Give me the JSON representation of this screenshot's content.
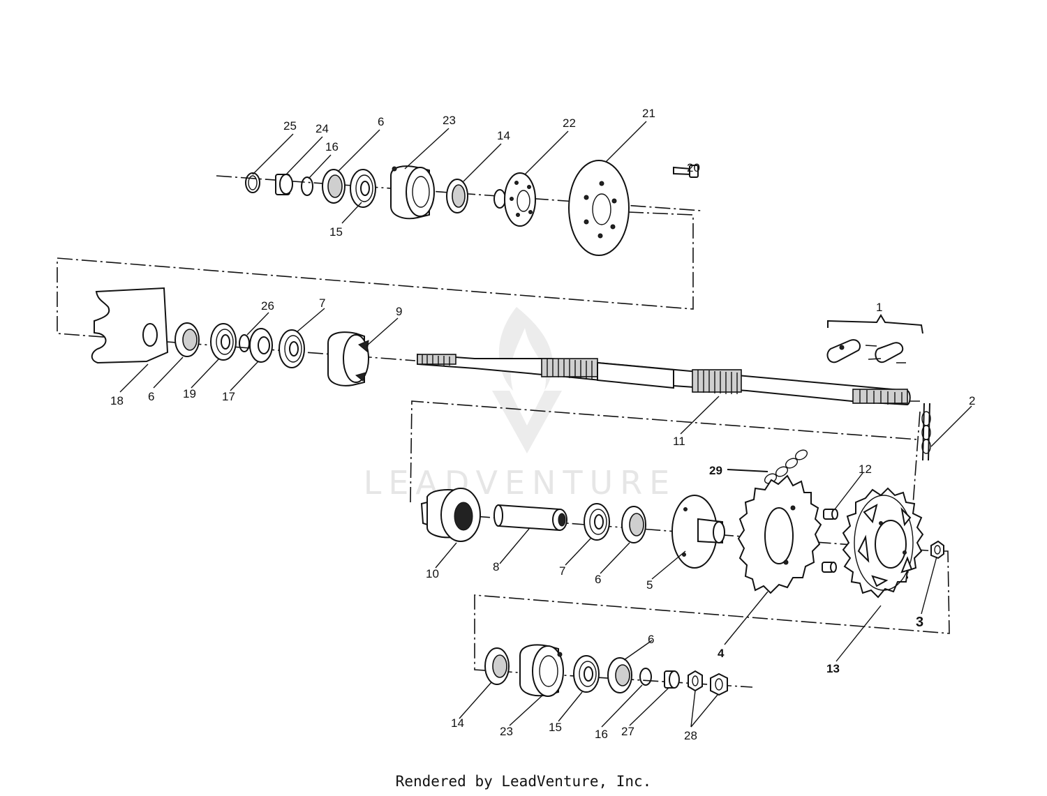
{
  "watermark": {
    "text": "LEADVENTURE"
  },
  "footer": {
    "text": "Rendered by LeadVenture, Inc."
  },
  "callouts": [
    {
      "id": "c25",
      "label": "25"
    },
    {
      "id": "c24",
      "label": "24"
    },
    {
      "id": "c16a",
      "label": "16"
    },
    {
      "id": "c6a",
      "label": "6"
    },
    {
      "id": "c23a",
      "label": "23"
    },
    {
      "id": "c14a",
      "label": "14"
    },
    {
      "id": "c22",
      "label": "22"
    },
    {
      "id": "c21",
      "label": "21"
    },
    {
      "id": "c20",
      "label": "20"
    },
    {
      "id": "c15a",
      "label": "15"
    },
    {
      "id": "c26",
      "label": "26"
    },
    {
      "id": "c7a",
      "label": "7"
    },
    {
      "id": "c9",
      "label": "9"
    },
    {
      "id": "c1",
      "label": "1"
    },
    {
      "id": "c18",
      "label": "18"
    },
    {
      "id": "c6b",
      "label": "6"
    },
    {
      "id": "c19",
      "label": "19"
    },
    {
      "id": "c17",
      "label": "17"
    },
    {
      "id": "c11",
      "label": "11"
    },
    {
      "id": "c2",
      "label": "2"
    },
    {
      "id": "c29",
      "label": "29"
    },
    {
      "id": "c12",
      "label": "12"
    },
    {
      "id": "c10",
      "label": "10"
    },
    {
      "id": "c8",
      "label": "8"
    },
    {
      "id": "c7b",
      "label": "7"
    },
    {
      "id": "c6c",
      "label": "6"
    },
    {
      "id": "c5",
      "label": "5"
    },
    {
      "id": "c4",
      "label": "4"
    },
    {
      "id": "c13",
      "label": "13"
    },
    {
      "id": "c3",
      "label": "3"
    },
    {
      "id": "c6d",
      "label": "6"
    },
    {
      "id": "c14b",
      "label": "14"
    },
    {
      "id": "c23b",
      "label": "23"
    },
    {
      "id": "c15b",
      "label": "15"
    },
    {
      "id": "c16b",
      "label": "16"
    },
    {
      "id": "c27",
      "label": "27"
    },
    {
      "id": "c28",
      "label": "28"
    }
  ]
}
